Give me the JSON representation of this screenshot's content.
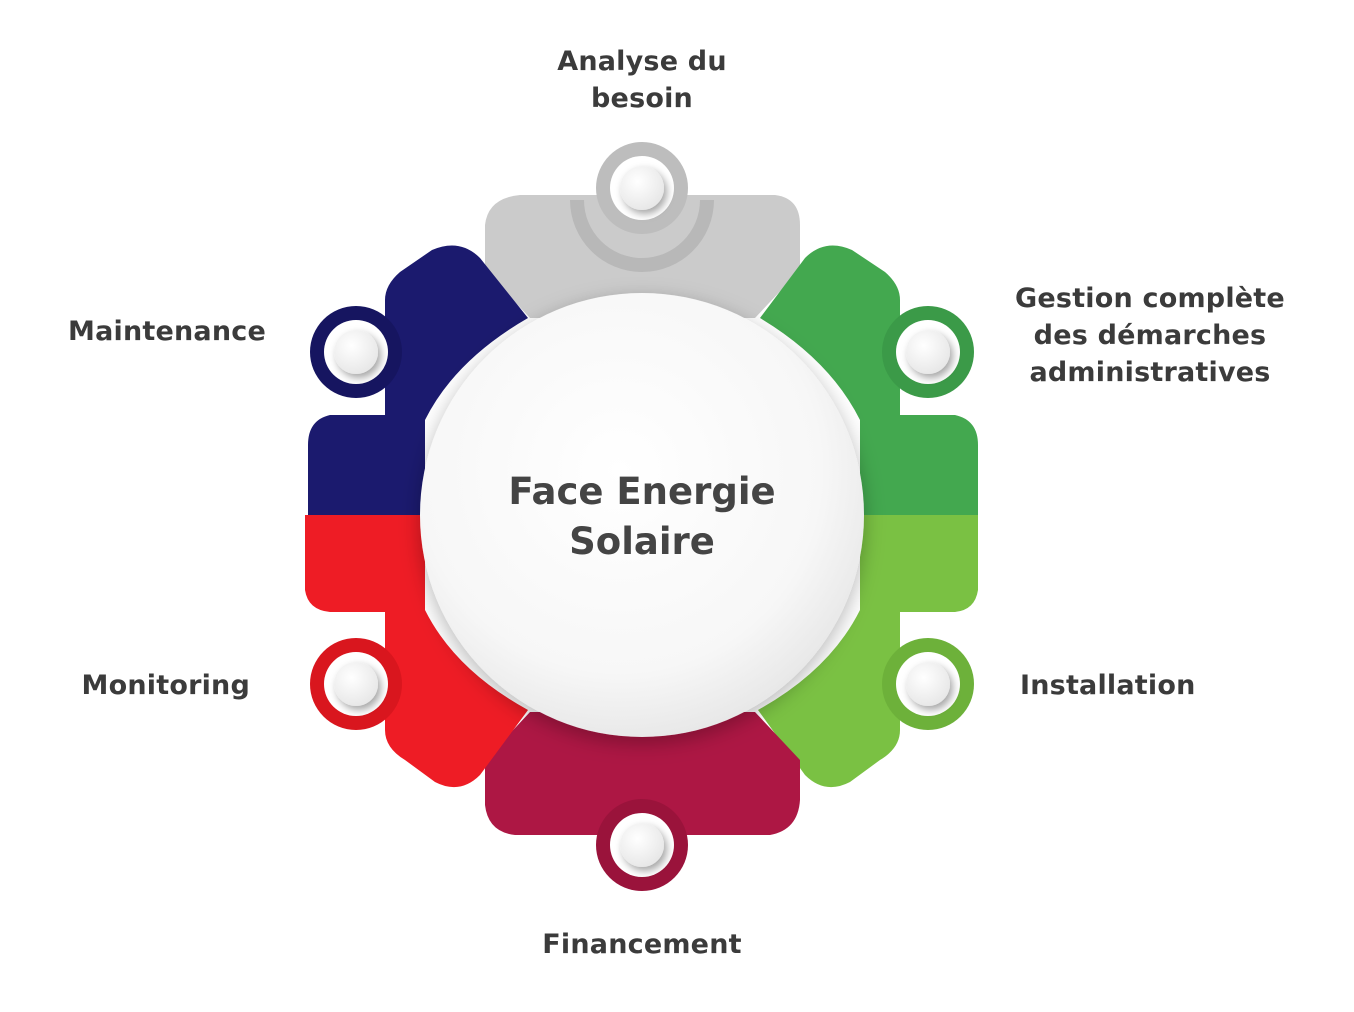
{
  "center": {
    "lines": [
      "Face Energie",
      "Solaire"
    ]
  },
  "segments": [
    {
      "id": "analyse",
      "lines": [
        "Analyse du",
        "besoin"
      ],
      "color": "#cbcbcb",
      "ring": "#bdbdbd"
    },
    {
      "id": "gestion",
      "lines": [
        "Gestion complète",
        "des démarches",
        "administratives"
      ],
      "color": "#43a84f",
      "ring": "#3b9a48"
    },
    {
      "id": "installation",
      "lines": [
        "Installation"
      ],
      "color": "#7ac143",
      "ring": "#6db13a"
    },
    {
      "id": "financement",
      "lines": [
        "Financement"
      ],
      "color": "#ad1744",
      "ring": "#9a133b"
    },
    {
      "id": "monitoring",
      "lines": [
        "Monitoring"
      ],
      "color": "#ee1c25",
      "ring": "#d9161e"
    },
    {
      "id": "maintenance",
      "lines": [
        "Maintenance"
      ],
      "color": "#1b1a6e",
      "ring": "#161560"
    }
  ]
}
